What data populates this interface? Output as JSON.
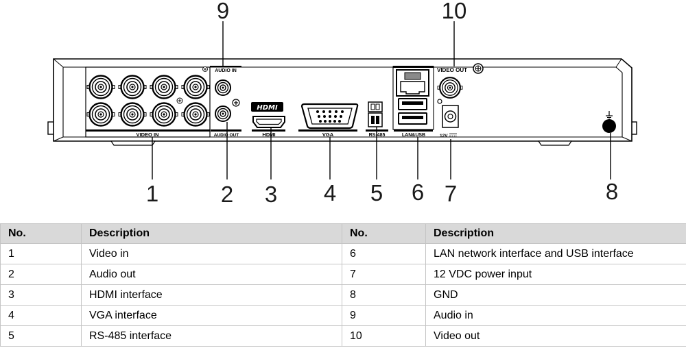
{
  "diagram": {
    "callouts": {
      "video_in": "1",
      "audio_out": "2",
      "hdmi": "3",
      "vga": "4",
      "rs485": "5",
      "lan_usb": "6",
      "power": "7",
      "gnd": "8",
      "audio_in": "9",
      "video_out": "10"
    },
    "panel_labels": {
      "video_in": "VIDEO IN",
      "audio_in": "AUDIO IN",
      "audio_out": "AUDIO OUT",
      "hdmi_logo": "HDMI",
      "hdmi": "HDMI",
      "vga": "VGA",
      "rs485": "RS-485",
      "lan_usb": "LAN&USB",
      "video_out": "VIDEO OUT",
      "power": "12V"
    }
  },
  "table": {
    "headers": [
      "No.",
      "Description",
      "No.",
      "Description"
    ],
    "rows": [
      {
        "no_left": "1",
        "desc_left": "Video in",
        "no_right": "6",
        "desc_right": "LAN network interface and USB interface"
      },
      {
        "no_left": "2",
        "desc_left": "Audio out",
        "no_right": "7",
        "desc_right": "12 VDC power input"
      },
      {
        "no_left": "3",
        "desc_left": "HDMI interface",
        "no_right": "8",
        "desc_right": "GND"
      },
      {
        "no_left": "4",
        "desc_left": "VGA interface",
        "no_right": "9",
        "desc_right": "Audio in"
      },
      {
        "no_left": "5",
        "desc_left": "RS-485 interface",
        "no_right": "10",
        "desc_right": "Video out"
      }
    ]
  }
}
